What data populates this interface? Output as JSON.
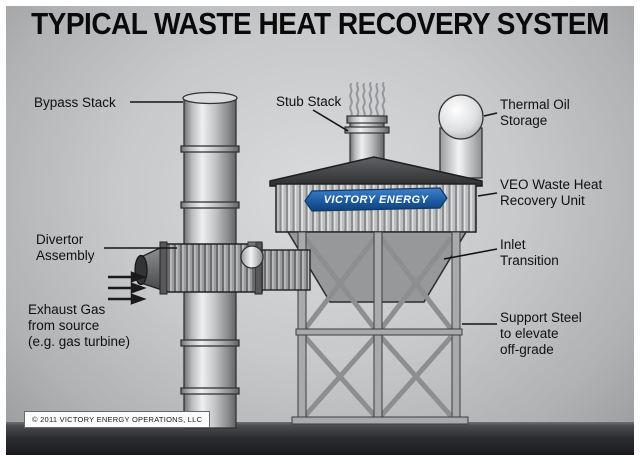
{
  "title": "TYPICAL WASTE HEAT RECOVERY SYSTEM",
  "diagram": {
    "banner_text": "VICTORY ENERGY",
    "labels": {
      "bypass_stack": "Bypass Stack",
      "stub_stack": "Stub Stack",
      "thermal_oil_storage": "Thermal Oil\nStorage",
      "veo_unit": "VEO Waste Heat\nRecovery Unit",
      "divertor_assembly": "Divertor\nAssembly",
      "exhaust_gas": "Exhaust Gas\nfrom source\n(e.g. gas turbine)",
      "inlet_transition": "Inlet\nTransition",
      "support_steel": "Support Steel\nto elevate\noff-grade"
    }
  },
  "footer": {
    "copyright": "© 2011 VICTORY ENERGY OPERATIONS, LLC"
  },
  "colors": {
    "banner_blue": "#1d5fa8",
    "steel_gray": "#9b9c9e",
    "ground_dark": "#2a2b2f",
    "background_gray": "#c8c9cb"
  }
}
